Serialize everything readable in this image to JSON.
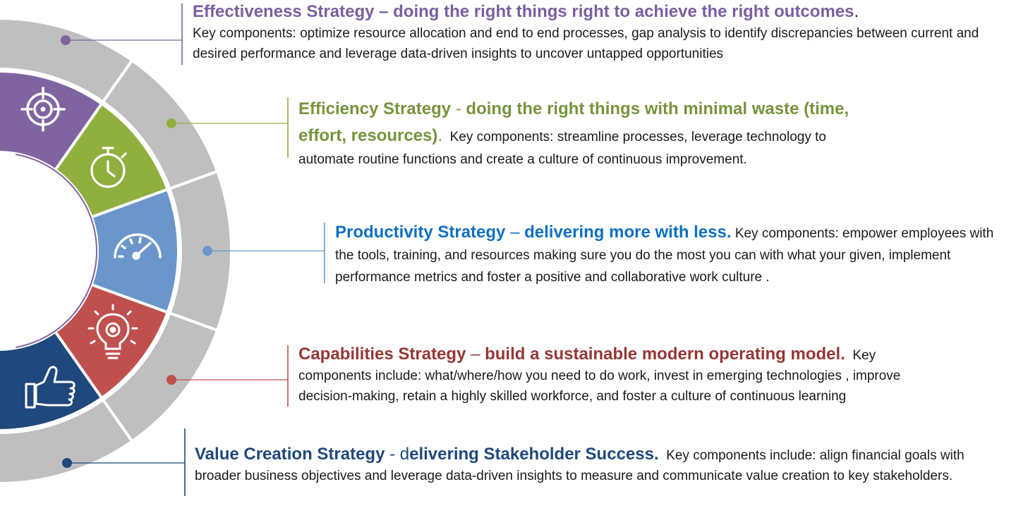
{
  "colors": {
    "purple": "#8064a2",
    "green": "#8faf3e",
    "blue": "#6a96cb",
    "red": "#c0504d",
    "navy": "#1f487c",
    "ring": "#bfbfbf",
    "effectiveness_text": "#7a5fa0",
    "efficiency_text": "#77933c",
    "productivity_text": "#0f6fc1",
    "capabilities_text": "#953735",
    "value_text": "#1f487c"
  },
  "segments": [
    {
      "name": "effectiveness",
      "icon": "target-icon"
    },
    {
      "name": "efficiency",
      "icon": "stopwatch-icon"
    },
    {
      "name": "productivity",
      "icon": "speedometer-icon"
    },
    {
      "name": "capabilities",
      "icon": "lightbulb-gear-icon"
    },
    {
      "name": "value-creation",
      "icon": "thumbs-up-icon"
    }
  ],
  "strategies": {
    "effectiveness": {
      "title": "Effectiveness Strategy – doing the right things right to achieve the right outcomes",
      "title_end": ".",
      "body": "Key components:  optimize resource allocation and end to end processes, gap analysis to identify discrepancies between current and desired performance and leverage data-driven insights to uncover untapped opportunities"
    },
    "efficiency": {
      "title_a": "Efficiency Strategy",
      "title_sep": " - ",
      "title_b": "doing the right things with minimal waste (time, effort, resources)",
      "title_end": ".",
      "body": "Key components: streamline processes, leverage technology to automate routine functions and create a culture of continuous improvement."
    },
    "productivity": {
      "title_a": "Productivity Strategy",
      "title_sep": " – ",
      "title_b": "delivering more with less.",
      "body": "Key components:  empower employees with the tools, training, and resources making sure you do the most you can with what your given, implement performance metrics and foster a positive and collaborative work culture ."
    },
    "capabilities": {
      "title_a": "Capabilities Strategy",
      "title_sep": " – ",
      "title_b": "build a sustainable modern operating model.",
      "body": "Key components include: what/where/how you need to do work, invest in emerging technologies , improve decision-making, retain a highly skilled workforce, and foster a culture of continuous learning"
    },
    "value_creation": {
      "title_a": "Value Creation Strategy",
      "title_sep": " -  ",
      "title_d": "d",
      "title_b": "elivering Stakeholder Success.",
      "body": "Key components include:  align financial goals with broader business objectives and leverage data-driven insights to measure and communicate value creation to key stakeholders."
    }
  }
}
